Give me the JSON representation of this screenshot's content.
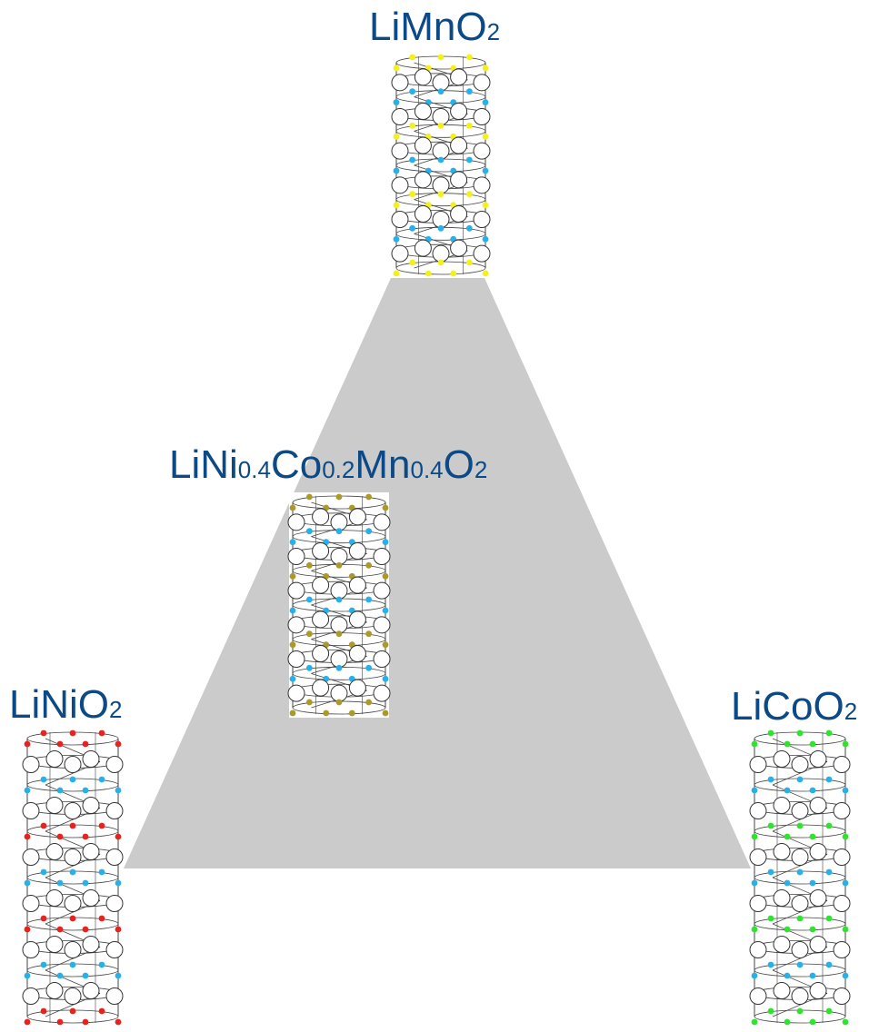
{
  "background_color": "#ffffff",
  "triangle_color": "#cbcbcb",
  "label_color": "#0b4a86",
  "atom_colors": {
    "oxygen": "#ffffff",
    "lithium": "#2ab0e8",
    "mn": "#f3f01e",
    "ni": "#e8221e",
    "co": "#2fe32f",
    "mixed": "#a99a2a"
  },
  "compounds": [
    {
      "id": "limno2",
      "parts": [
        {
          "t": "LiMnO"
        },
        {
          "t": "2",
          "sub": true
        }
      ],
      "metal": "mn"
    },
    {
      "id": "nmc",
      "parts": [
        {
          "t": "LiNi"
        },
        {
          "t": "0.4",
          "sub": true
        },
        {
          "t": "Co"
        },
        {
          "t": "0.2",
          "sub": true
        },
        {
          "t": "Mn"
        },
        {
          "t": "0.4",
          "sub": true
        },
        {
          "t": "O"
        },
        {
          "t": "2",
          "sub": true
        }
      ],
      "metal": "mixed"
    },
    {
      "id": "linio2",
      "parts": [
        {
          "t": "LiNiO"
        },
        {
          "t": "2",
          "sub": true
        }
      ],
      "metal": "ni"
    },
    {
      "id": "licoo2",
      "parts": [
        {
          "t": "LiCoO"
        },
        {
          "t": "2",
          "sub": true
        }
      ],
      "metal": "co"
    }
  ]
}
